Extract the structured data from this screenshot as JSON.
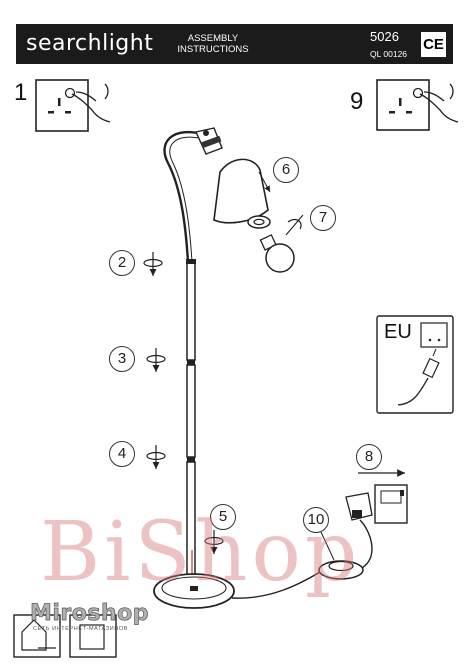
{
  "header": {
    "brand": "searchlight",
    "assembly_line1": "ASSEMBLY",
    "assembly_line2": "INSTRUCTIONS",
    "model_number": "5026",
    "ql_code": "QL 00126",
    "ce_mark": "CE"
  },
  "steps": {
    "s1": "1",
    "s2": "2",
    "s3": "3",
    "s4": "4",
    "s5": "5",
    "s6": "6",
    "s7": "7",
    "s8": "8",
    "s9": "9",
    "s10": "10"
  },
  "plug_region": "EU",
  "watermark": {
    "overlay": "BiShop",
    "logo": "Miroshop",
    "logo_sub": "СЕТЬ ИНТЕРНЕТ-МАГАЗИНОВ"
  },
  "icons": [
    "socket-switch-off-icon",
    "socket-switch-on-icon",
    "rotate-arrow-icon",
    "arrow-right-icon",
    "eu-plug-icon",
    "wall-socket-icon",
    "foot-switch-icon",
    "home-icon"
  ]
}
